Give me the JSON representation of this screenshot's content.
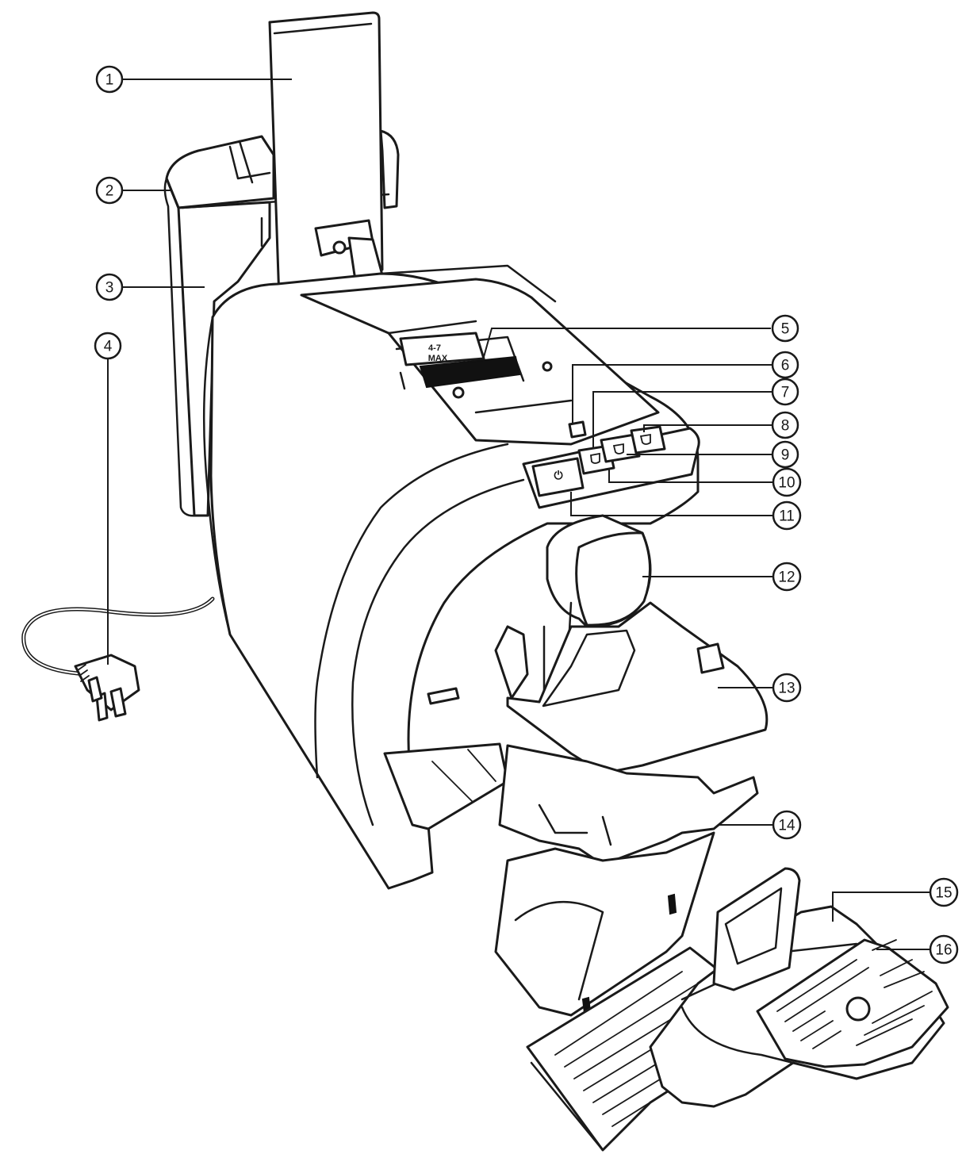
{
  "diagram": {
    "callouts": [
      {
        "number": "1"
      },
      {
        "number": "2"
      },
      {
        "number": "3"
      },
      {
        "number": "4"
      },
      {
        "number": "5"
      },
      {
        "number": "6"
      },
      {
        "number": "7"
      },
      {
        "number": "8"
      },
      {
        "number": "9"
      },
      {
        "number": "10"
      },
      {
        "number": "11"
      },
      {
        "number": "12"
      },
      {
        "number": "13"
      },
      {
        "number": "14"
      },
      {
        "number": "15"
      },
      {
        "number": "16"
      }
    ],
    "lid_label_line1": "4-7",
    "lid_label_line2": "MAX"
  }
}
